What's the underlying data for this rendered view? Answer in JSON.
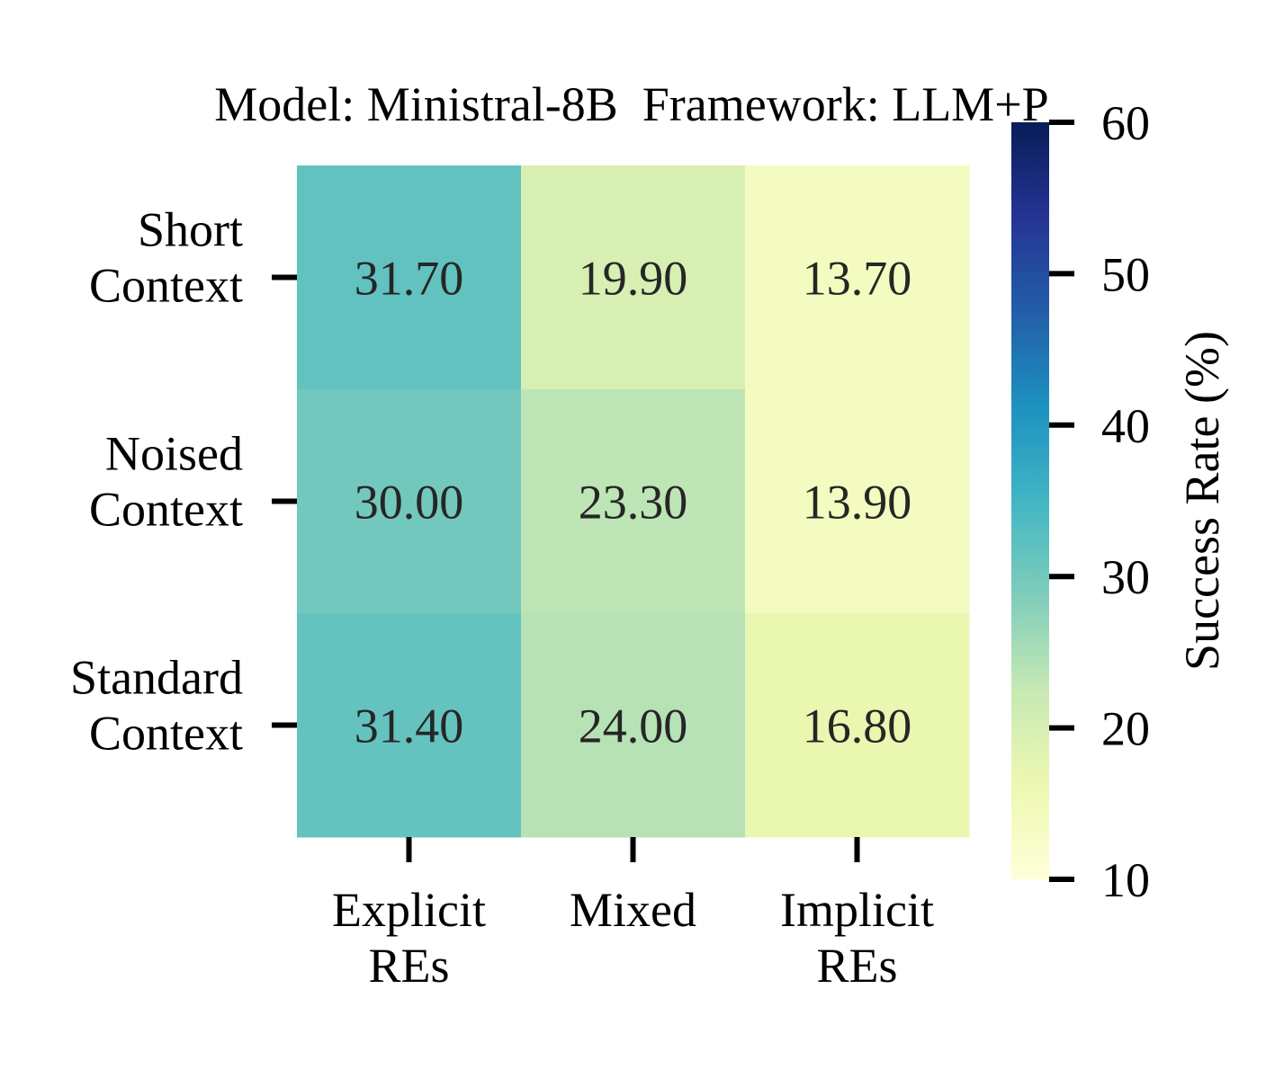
{
  "chart_data": {
    "type": "heatmap",
    "title": "Model: Ministral-8B  Framework: LLM+P",
    "rows": [
      [
        "Short",
        "Context"
      ],
      [
        "Noised",
        "Context"
      ],
      [
        "Standard",
        "Context"
      ]
    ],
    "columns": [
      [
        "Explicit",
        "REs"
      ],
      [
        "Mixed"
      ],
      [
        "Implicit",
        "REs"
      ]
    ],
    "values": [
      [
        31.7,
        19.9,
        13.7
      ],
      [
        30.0,
        23.3,
        13.9
      ],
      [
        31.4,
        24.0,
        16.8
      ]
    ],
    "value_labels": [
      [
        "31.70",
        "19.90",
        "13.70"
      ],
      [
        "30.00",
        "23.30",
        "13.90"
      ],
      [
        "31.40",
        "24.00",
        "16.80"
      ]
    ],
    "colorbar": {
      "label": "Success Rate (%)",
      "range": [
        10,
        60
      ],
      "ticks": [
        10,
        20,
        30,
        40,
        50,
        60
      ],
      "colormap": "YlGnBu",
      "colors": [
        "#ffffd9",
        "#edf8b1",
        "#c7e9b4",
        "#7fcdbb",
        "#41b6c4",
        "#1d91c0",
        "#225ea8",
        "#253494",
        "#081d58"
      ]
    }
  }
}
